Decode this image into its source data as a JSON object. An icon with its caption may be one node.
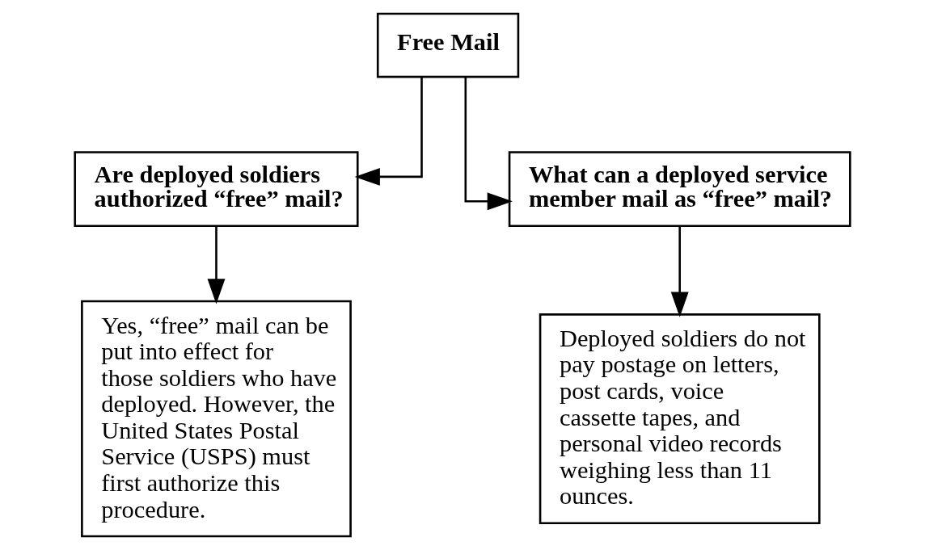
{
  "diagram": {
    "nodes": [
      {
        "text": [
          "Free Mail"
        ]
      },
      {
        "text": [
          "Are deployed soldiers authorized “free” mail?"
        ]
      },
      {
        "text": [
          "What can a deployed service member mail as “free” mail?"
        ]
      },
      {
        "text": [
          "Yes, “free” mail can be put into effect for those soldiers who have deployed. However, the United States Postal Service (USPS) must first authorize this procedure."
        ]
      },
      {
        "text": [
          "Deployed soldiers do not pay postage on letters, post cards, voice cassette tapes, and personal video records weighing less than 11 ounces."
        ]
      }
    ],
    "edges": [
      {
        "from": 0,
        "to": 1,
        "arrow": "to"
      },
      {
        "from": 0,
        "to": 2,
        "arrow": "to"
      },
      {
        "from": 1,
        "to": 3,
        "arrow": "to"
      },
      {
        "from": 2,
        "to": 4,
        "arrow": "to"
      }
    ]
  }
}
